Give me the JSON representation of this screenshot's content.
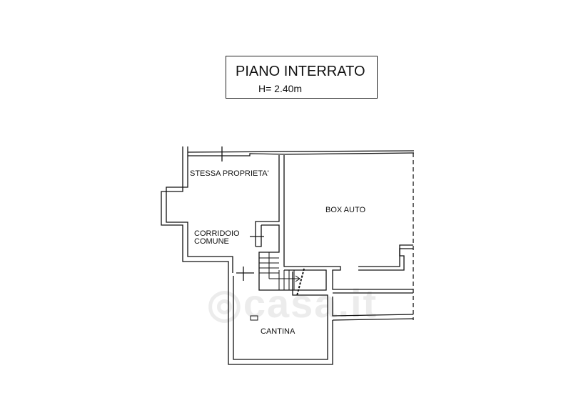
{
  "title": "PIANO INTERRATO",
  "height_label": "H= 2.40m",
  "rooms": {
    "stessa": "STESSA PROPRIETA'",
    "box": "BOX AUTO",
    "corridoio_1": "CORRIDOIO",
    "corridoio_2": "COMUNE",
    "cantina": "CANTINA"
  },
  "watermark": "casa.it"
}
